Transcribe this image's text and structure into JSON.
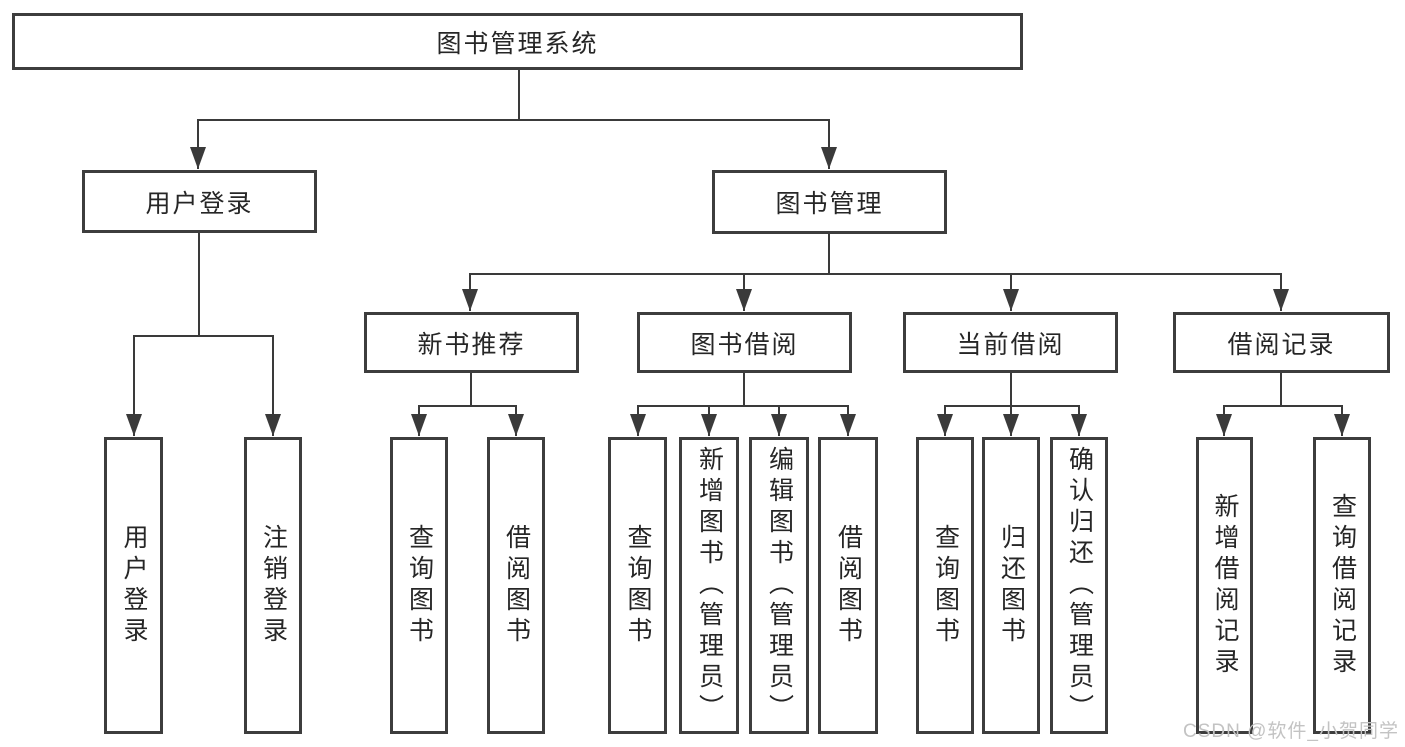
{
  "watermark": "CSDN @软件_小贺同学",
  "colors": {
    "line": "#3a3a3a",
    "box_border": "#3d3d3d",
    "text": "#262626",
    "watermark": "#c3c3c3",
    "background": "#ffffff"
  },
  "tree": {
    "root": "图书管理系统",
    "children": [
      {
        "label": "用户登录",
        "children": [
          {
            "label": "用户登录"
          },
          {
            "label": "注销登录"
          }
        ]
      },
      {
        "label": "图书管理",
        "children": [
          {
            "label": "新书推荐",
            "children": [
              {
                "label": "查询图书"
              },
              {
                "label": "借阅图书"
              }
            ]
          },
          {
            "label": "图书借阅",
            "children": [
              {
                "label": "查询图书"
              },
              {
                "label": "新增图书（管理员）"
              },
              {
                "label": "编辑图书（管理员）"
              },
              {
                "label": "借阅图书"
              }
            ]
          },
          {
            "label": "当前借阅",
            "children": [
              {
                "label": "查询图书"
              },
              {
                "label": "归还图书"
              },
              {
                "label": "确认归还（管理员）"
              }
            ]
          },
          {
            "label": "借阅记录",
            "children": [
              {
                "label": "新增借阅记录"
              },
              {
                "label": "查询借阅记录"
              }
            ]
          }
        ]
      }
    ]
  }
}
